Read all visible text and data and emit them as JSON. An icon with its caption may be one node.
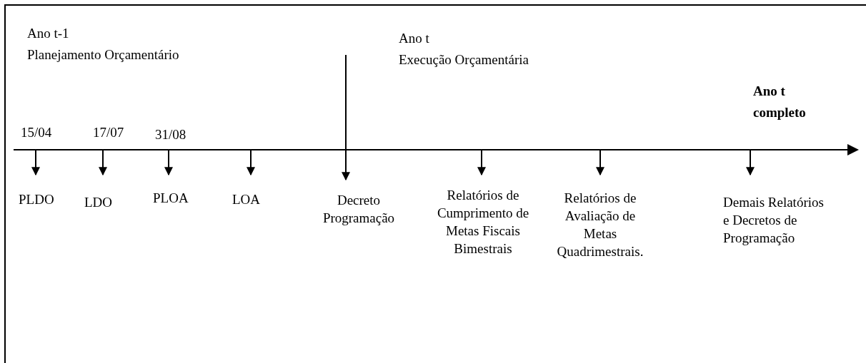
{
  "diagram": {
    "nodes": [
      {
        "text": [
          "PLDO"
        ]
      },
      {
        "text": [
          "LDO"
        ]
      },
      {
        "text": [
          "PLOA"
        ]
      },
      {
        "text": [
          "LOA"
        ]
      },
      {
        "text": [
          "Decreto Programação"
        ]
      },
      {
        "text": [
          "Relatórios de Cumprimento de Metas Fiscais Bimestrais"
        ]
      },
      {
        "text": [
          "Relatórios de Avaliação de Metas Quadrimestrais."
        ]
      },
      {
        "text": [
          "Demais Relatórios e Decretos de Programação"
        ]
      }
    ],
    "edges": [
      {
        "from": null,
        "to": 0,
        "arrow": "to"
      },
      {
        "from": null,
        "to": 1,
        "arrow": "to"
      },
      {
        "from": null,
        "to": 2,
        "arrow": "to"
      },
      {
        "from": null,
        "to": 3,
        "arrow": "to"
      },
      {
        "from": null,
        "to": 4,
        "arrow": "to"
      },
      {
        "from": null,
        "to": 5,
        "arrow": "to"
      },
      {
        "from": null,
        "to": 6,
        "arrow": "to"
      },
      {
        "from": null,
        "to": 7,
        "arrow": "to"
      }
    ],
    "labels": [
      "Ano t-1",
      "Planejamento Orçamentário",
      "Ano t",
      "Execução Orçamentária",
      "Ano t completo",
      "15/04",
      "17/07",
      "31/08"
    ]
  }
}
